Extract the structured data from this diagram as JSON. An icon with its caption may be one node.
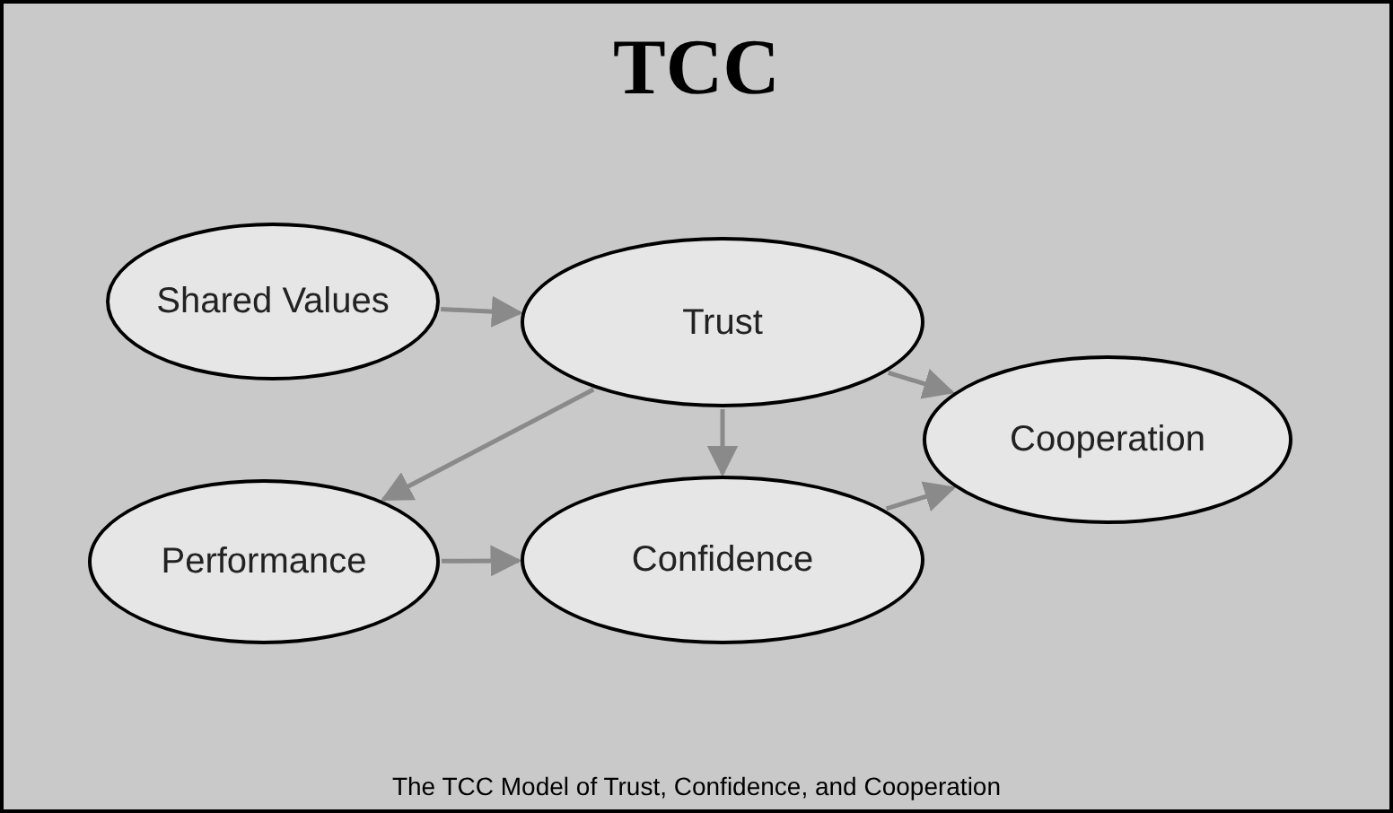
{
  "diagram": {
    "title": "TCC",
    "caption": "The TCC Model of Trust, Confidence, and Cooperation",
    "nodes": [
      {
        "text": [
          "Shared Values"
        ]
      },
      {
        "text": [
          "Trust"
        ]
      },
      {
        "text": [
          "Cooperation"
        ]
      },
      {
        "text": [
          "Performance"
        ]
      },
      {
        "text": [
          "Confidence"
        ]
      }
    ],
    "edges": [
      {
        "from": 0,
        "to": 1,
        "arrow": "to"
      },
      {
        "from": 1,
        "to": 2,
        "arrow": "to"
      },
      {
        "from": 1,
        "to": 3,
        "arrow": "to"
      },
      {
        "from": 1,
        "to": 4,
        "arrow": "to"
      },
      {
        "from": 3,
        "to": 4,
        "arrow": "to"
      },
      {
        "from": 4,
        "to": 2,
        "arrow": "to"
      }
    ]
  }
}
